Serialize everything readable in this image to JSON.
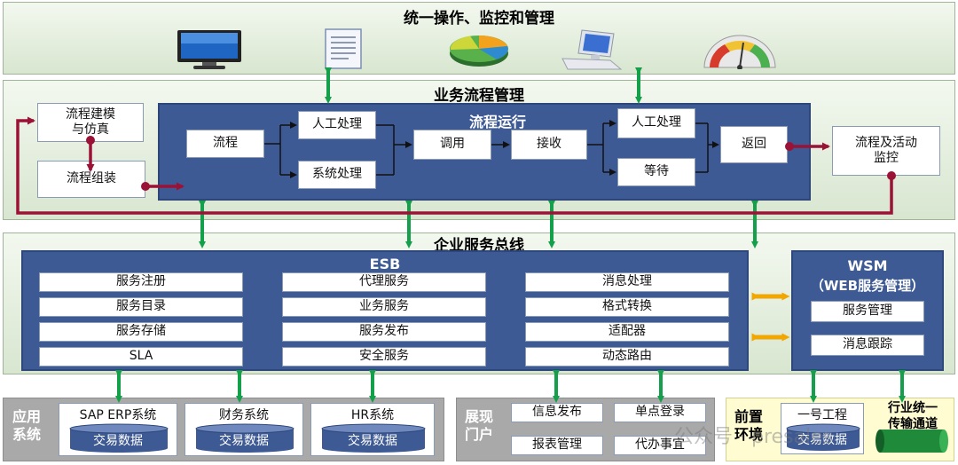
{
  "top": {
    "title": "统一操作、监控和管理",
    "icons": [
      "monitor-icon",
      "document-icon",
      "pie-chart-icon",
      "computer-icon",
      "gauge-icon"
    ]
  },
  "bpm": {
    "title": "业务流程管理",
    "modeling": "流程建模\n与仿真",
    "assembly": "流程组装",
    "run": {
      "title": "流程运行",
      "flow": "流程",
      "manual1": "人工处理",
      "system": "系统处理",
      "invoke": "调用",
      "receive": "接收",
      "manual2": "人工处理",
      "wait": "等待",
      "return": "返回"
    },
    "monitor": "流程及活动\n监控"
  },
  "esb_band": {
    "title": "企业服务总线",
    "esb": {
      "title": "ESB",
      "col1": [
        "服务注册",
        "服务目录",
        "服务存储",
        "SLA"
      ],
      "col2": [
        "代理服务",
        "业务服务",
        "服务发布",
        "安全服务"
      ],
      "col3": [
        "消息处理",
        "格式转换",
        "适配器",
        "动态路由"
      ]
    },
    "wsm": {
      "title_line1": "WSM",
      "title_line2": "（WEB服务管理）",
      "items": [
        "服务管理",
        "消息跟踪"
      ]
    }
  },
  "bottom": {
    "app": {
      "label": "应用\n系统",
      "systems": [
        {
          "name": "SAP ERP系统",
          "db": "交易数据"
        },
        {
          "name": "财务系统",
          "db": "交易数据"
        },
        {
          "name": "HR系统",
          "db": "交易数据"
        }
      ]
    },
    "portal": {
      "label": "展现\n门户",
      "items": [
        "信息发布",
        "单点登录",
        "报表管理",
        "代办事宜"
      ]
    },
    "front": {
      "label": "前置\n环境",
      "system": {
        "name": "一号工程",
        "db": "交易数据"
      },
      "channel": "行业统一\n传输通道"
    }
  },
  "watermark": "公众号 · presales",
  "colors": {
    "band_green": "#d8e6d0",
    "process_blue": "#3e5a94",
    "arrow_green": "#14a04a",
    "arrow_orange": "#f2a700",
    "flow_maroon": "#9b1237",
    "bottom_gray": "#a9a9a9",
    "front_yellow": "#fffcd2"
  }
}
